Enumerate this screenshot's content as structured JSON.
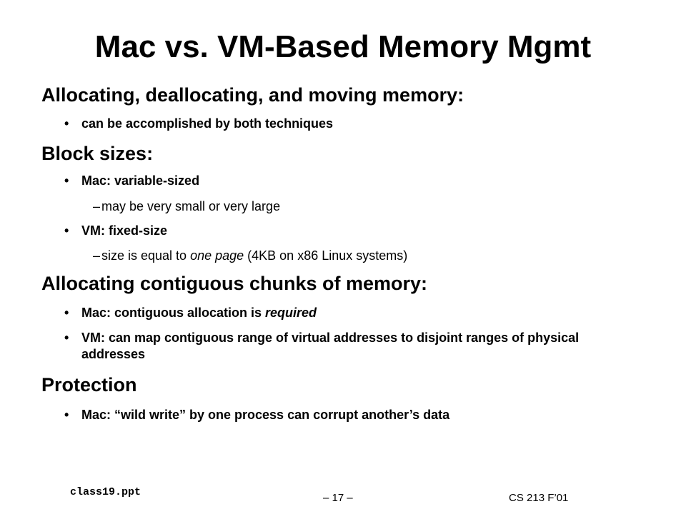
{
  "title": "Mac vs. VM-Based Memory Mgmt",
  "sections": [
    {
      "heading": "Allocating, deallocating, and moving memory:",
      "bullets": [
        {
          "text": "can be accomplished by both techniques"
        }
      ]
    },
    {
      "heading": "Block sizes:",
      "bullets": [
        {
          "text": "Mac: variable-sized",
          "sub": "may be very small or very large"
        },
        {
          "text": "VM: fixed-size",
          "sub_parts": [
            "size is equal to ",
            "one page",
            " (4KB on x86 Linux systems)"
          ]
        }
      ]
    },
    {
      "heading": "Allocating contiguous chunks of memory:",
      "bullets": [
        {
          "parts": [
            "Mac: contiguous allocation is ",
            "required"
          ]
        },
        {
          "text": "VM: can map contiguous range of virtual addresses to disjoint ranges of physical addresses"
        }
      ]
    },
    {
      "heading": "Protection",
      "bullets": [
        {
          "text": "Mac: “wild write” by one process can corrupt another’s data"
        }
      ]
    }
  ],
  "bullet_glyph": "•",
  "dash_glyph": "–",
  "footer": {
    "file": "class19.ppt",
    "page": "– 17 –",
    "course": "CS 213 F’01"
  }
}
